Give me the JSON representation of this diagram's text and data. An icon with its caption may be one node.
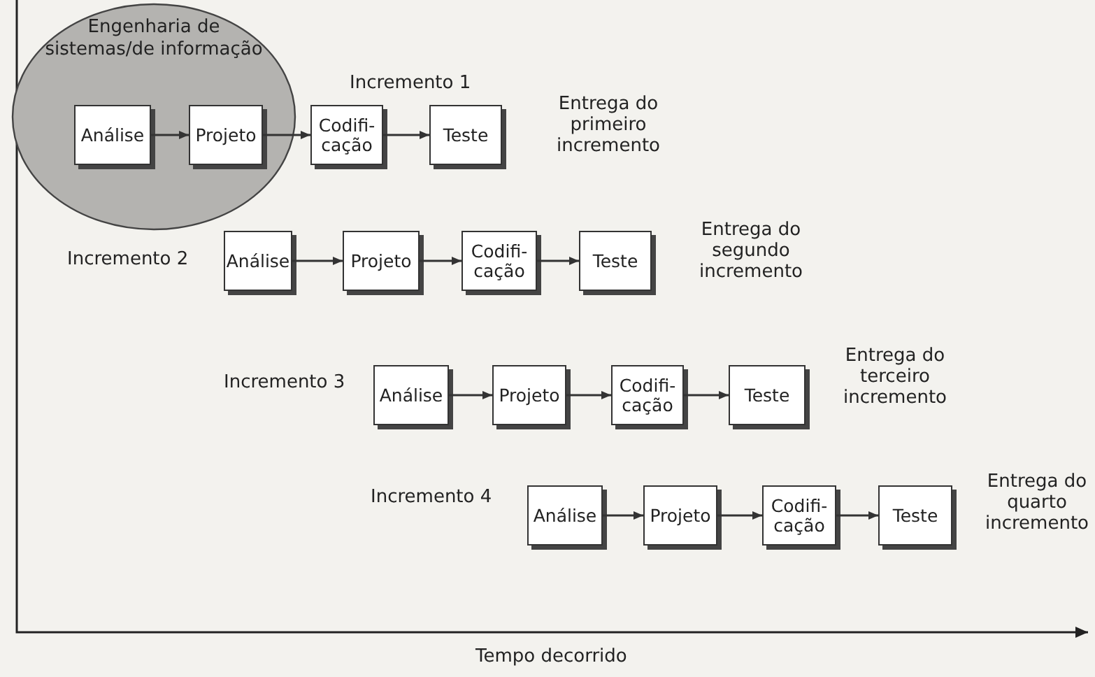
{
  "diagram": {
    "nodes": [
      {
        "text": [
          "Engenharia de sistemas/de informação"
        ]
      },
      {
        "text": [
          "Análise"
        ],
        "in": 0
      },
      {
        "text": [
          "Projeto"
        ],
        "in": 0
      },
      {
        "text": [
          "Codifi- cação"
        ]
      },
      {
        "text": [
          "Teste"
        ],
        "beside": [
          "Entrega do primeiro incremento"
        ]
      },
      {
        "text": [
          "Análise"
        ]
      },
      {
        "text": [
          "Projeto"
        ]
      },
      {
        "text": [
          "Codifi- cação"
        ]
      },
      {
        "text": [
          "Teste"
        ],
        "beside": [
          "Entrega do segundo incremento"
        ]
      },
      {
        "text": [
          "Análise"
        ]
      },
      {
        "text": [
          "Projeto"
        ]
      },
      {
        "text": [
          "Codifi- cação"
        ]
      },
      {
        "text": [
          "Teste"
        ],
        "beside": [
          "Entrega do terceiro incremento"
        ]
      },
      {
        "text": [
          "Análise"
        ]
      },
      {
        "text": [
          "Projeto"
        ]
      },
      {
        "text": [
          "Codifi- cação"
        ]
      },
      {
        "text": [
          "Teste"
        ],
        "beside": [
          "Entrega do quarto incremento"
        ]
      }
    ],
    "edges": [
      {
        "from": 1,
        "to": 2,
        "arrow": "to"
      },
      {
        "from": 2,
        "to": 3,
        "arrow": "to"
      },
      {
        "from": 3,
        "to": 4,
        "arrow": "to"
      },
      {
        "from": 5,
        "to": 6,
        "arrow": "to"
      },
      {
        "from": 6,
        "to": 7,
        "arrow": "to"
      },
      {
        "from": 7,
        "to": 8,
        "arrow": "to"
      },
      {
        "from": 9,
        "to": 10,
        "arrow": "to"
      },
      {
        "from": 10,
        "to": 11,
        "arrow": "to"
      },
      {
        "from": 11,
        "to": 12,
        "arrow": "to"
      },
      {
        "from": 13,
        "to": 14,
        "arrow": "to"
      },
      {
        "from": 14,
        "to": 15,
        "arrow": "to"
      },
      {
        "from": 15,
        "to": 16,
        "arrow": "to"
      }
    ],
    "labels": [
      "Incremento 1",
      "Incremento 2",
      "Incremento 3",
      "Incremento 4",
      "Tempo decorrido"
    ]
  }
}
